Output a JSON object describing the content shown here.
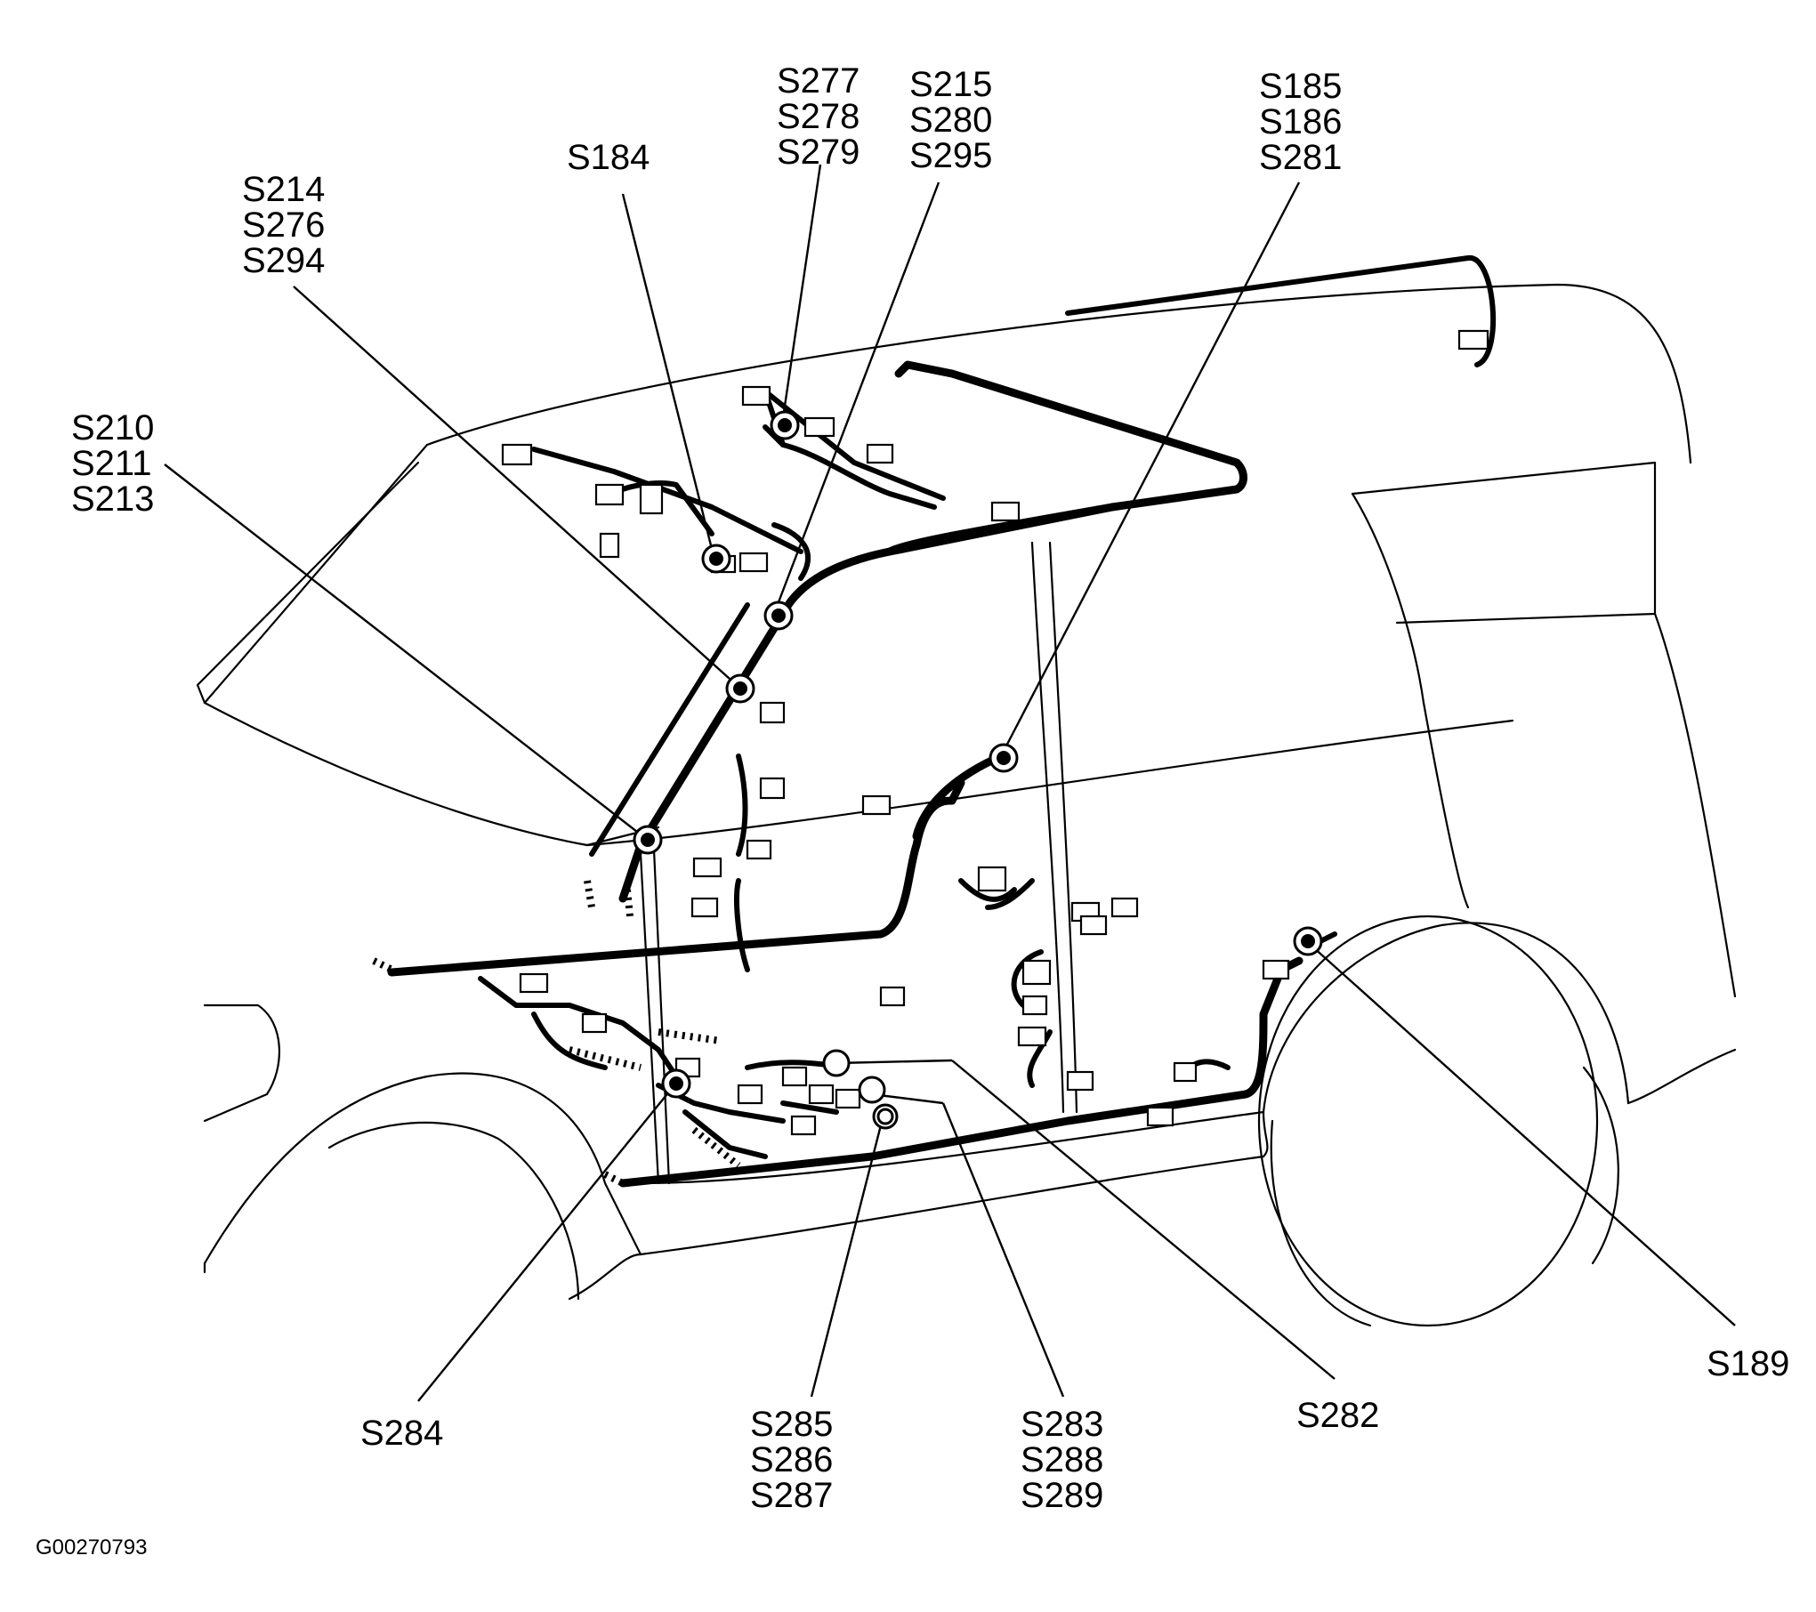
{
  "diagram": {
    "figure_id": "G00270793",
    "callouts": [
      {
        "id": "c-s277",
        "lines": [
          "S277",
          "S278",
          "S279"
        ]
      },
      {
        "id": "c-s215",
        "lines": [
          "S215",
          "S280",
          "S295"
        ]
      },
      {
        "id": "c-s185",
        "lines": [
          "S185",
          "S186",
          "S281"
        ]
      },
      {
        "id": "c-s184",
        "lines": [
          "S184"
        ]
      },
      {
        "id": "c-s214",
        "lines": [
          "S214",
          "S276",
          "S294"
        ]
      },
      {
        "id": "c-s210",
        "lines": [
          "S210",
          "S211",
          "S213"
        ]
      },
      {
        "id": "c-s189",
        "lines": [
          "S189"
        ]
      },
      {
        "id": "c-s282",
        "lines": [
          "S282"
        ]
      },
      {
        "id": "c-s284",
        "lines": [
          "S284"
        ]
      },
      {
        "id": "c-s285",
        "lines": [
          "S285",
          "S286",
          "S287"
        ]
      },
      {
        "id": "c-s283",
        "lines": [
          "S283",
          "S288",
          "S289"
        ]
      }
    ]
  }
}
